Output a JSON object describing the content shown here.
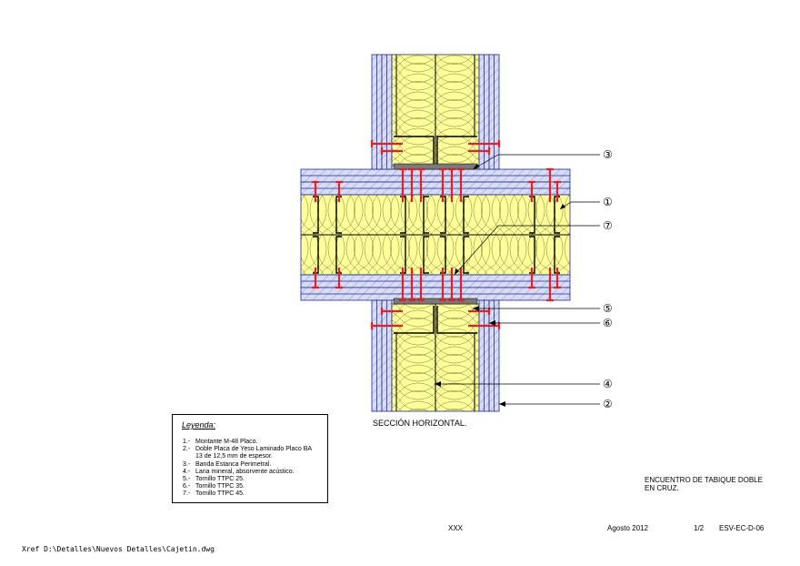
{
  "section_label": "SECCIÓN HORIZONTAL.",
  "legend": {
    "title": "Leyenda:",
    "items": [
      {
        "num": "1.-",
        "text": "Montante M-48 Placo.",
        "cont": ""
      },
      {
        "num": "2.-",
        "text": "Doble Placa de Yeso Laminado Placo BA",
        "cont": "13 de 12,5 mm de espesor."
      },
      {
        "num": "3.-",
        "text": "Banda Estanca Perimetral.",
        "cont": ""
      },
      {
        "num": "4.-",
        "text": "Lana mineral, absorvente acústico.",
        "cont": ""
      },
      {
        "num": "5.-",
        "text": "Tornillo TTPC 25.",
        "cont": ""
      },
      {
        "num": "6.-",
        "text": "Tornillo TTPC 35.",
        "cont": ""
      },
      {
        "num": "7.-",
        "text": "Tornillo TTPC 45.",
        "cont": ""
      }
    ]
  },
  "callouts": [
    {
      "label": "③"
    },
    {
      "label": "①"
    },
    {
      "label": "⑦"
    },
    {
      "label": "⑤"
    },
    {
      "label": "⑥"
    },
    {
      "label": "④"
    },
    {
      "label": "②"
    }
  ],
  "title_block": {
    "line1": "ENCUENTRO DE TABIQUE DOBLE",
    "line2": "EN CRUZ."
  },
  "footer": {
    "xxx": "XXX",
    "date": "Agosto 2012",
    "sheet": "1/2",
    "code": "ESV-EC-D-06"
  },
  "xref": "Xref D:\\Detalles\\Nuevos Detalles\\Cajetin.dwg",
  "colors": {
    "board": "#d9dcf3",
    "board_line": "#1a2a9a",
    "insulation": "#ffff99",
    "screw": "#e0202a",
    "stud": "#000000",
    "band": "#7a7a7a"
  }
}
